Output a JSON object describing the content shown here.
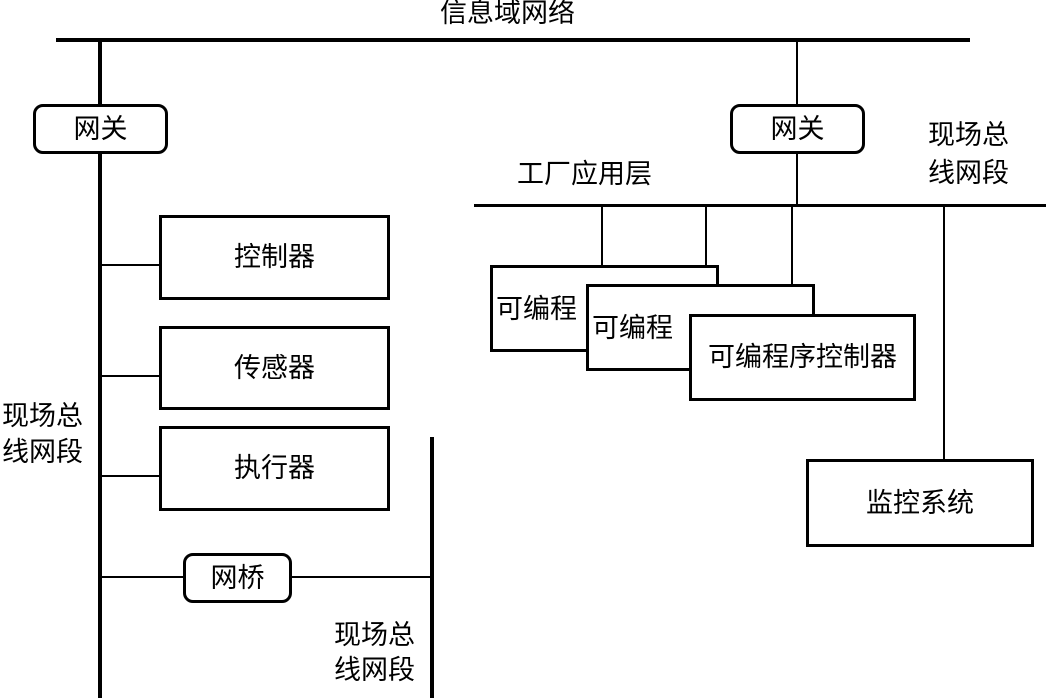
{
  "diagram": {
    "info_network": "信息域网络",
    "left": {
      "gateway": "网关",
      "controller": "控制器",
      "sensor": "传感器",
      "actuator": "执行器",
      "bridge": "网桥",
      "fieldbus_left": [
        "现场总",
        "线网段"
      ],
      "fieldbus_bottom": [
        "现场总",
        "线网段"
      ]
    },
    "right": {
      "gateway": "网关",
      "factory_layer": "工厂应用层",
      "fieldbus_right": [
        "现场总",
        "线网段"
      ],
      "plc_back": "可编程",
      "plc_middle": "可编程",
      "plc_front": "可编程序控制器",
      "monitoring": "监控系统"
    }
  }
}
